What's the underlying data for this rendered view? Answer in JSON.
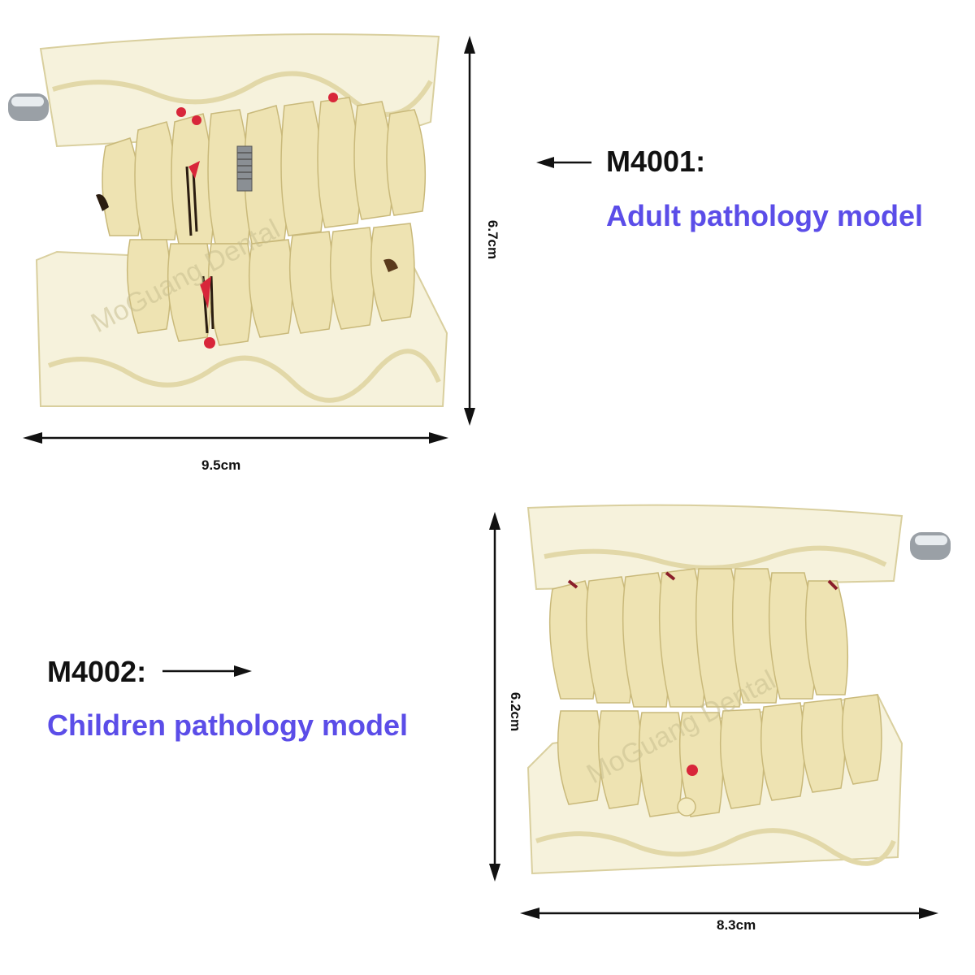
{
  "models": [
    {
      "code": "M4001:",
      "description": "Adult pathology model",
      "width_label": "9.5cm",
      "height_label": "6.7cm",
      "watermark": "MoGuang Dental"
    },
    {
      "code": "M4002:",
      "description": "Children pathology model",
      "width_label": "8.3cm",
      "height_label": "6.2cm",
      "watermark": "MoGuang Dental"
    }
  ],
  "colors": {
    "accent": "#5b4de8",
    "text": "#111111",
    "resin": "#f3efd6",
    "tooth": "#efe6b8",
    "pathology_red": "#d8263a"
  }
}
